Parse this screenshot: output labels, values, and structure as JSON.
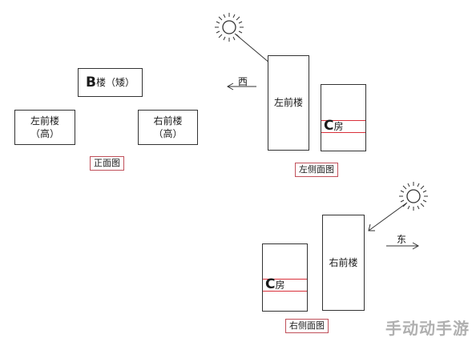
{
  "front_view": {
    "building_b": {
      "letter": "B",
      "text": "楼（矮）"
    },
    "left_front": {
      "line1": "左前楼",
      "line2": "（高）"
    },
    "right_front": {
      "line1": "右前楼",
      "line2": "（高）"
    },
    "caption": "正面图"
  },
  "left_side_view": {
    "direction": "西",
    "left_front_label": "左前楼",
    "c_room": {
      "letter": "C",
      "text": "房"
    },
    "caption": "左侧面图"
  },
  "right_side_view": {
    "direction": "东",
    "c_room": {
      "letter": "C",
      "text": "房"
    },
    "right_front_label": "右前楼",
    "caption": "右侧面图"
  },
  "watermark": "手动动手游",
  "colors": {
    "stroke": "#333333",
    "highlight": "#d9303a"
  },
  "icons": [
    "sun-icon",
    "sun-icon",
    "west-arrow",
    "east-arrow",
    "sunlight-ray"
  ]
}
